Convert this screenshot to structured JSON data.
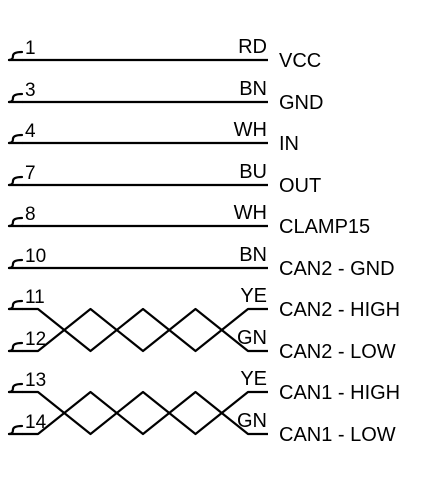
{
  "title": "",
  "wires": [
    {
      "pin": "1",
      "color": "RD",
      "signal": "VCC"
    },
    {
      "pin": "3",
      "color": "BN",
      "signal": "GND"
    },
    {
      "pin": "4",
      "color": "WH",
      "signal": "IN"
    },
    {
      "pin": "7",
      "color": "BU",
      "signal": "OUT"
    },
    {
      "pin": "8",
      "color": "WH",
      "signal": "CLAMP15"
    },
    {
      "pin": "10",
      "color": "BN",
      "signal": "CAN2 - GND"
    },
    {
      "pin": "11",
      "color": "YE",
      "signal": "CAN2 - HIGH"
    },
    {
      "pin": "12",
      "color": "GN",
      "signal": "CAN2 - LOW"
    },
    {
      "pin": "13",
      "color": "YE",
      "signal": "CAN1 - HIGH"
    },
    {
      "pin": "14",
      "color": "GN",
      "signal": "CAN1 - LOW"
    }
  ],
  "twisted_pairs": [
    {
      "wires": [
        "11",
        "12"
      ],
      "label": ""
    },
    {
      "wires": [
        "13",
        "14"
      ],
      "label": ""
    }
  ]
}
